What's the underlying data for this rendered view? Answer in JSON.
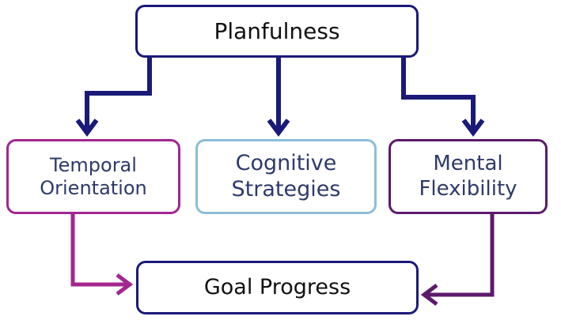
{
  "nodes": {
    "planfulness": {
      "label": "Planfulness"
    },
    "temporal": {
      "line1": "Temporal",
      "line2": "Orientation"
    },
    "cognitive": {
      "line1": "Cognitive",
      "line2": "Strategies"
    },
    "mental": {
      "line1": "Mental",
      "line2": "Flexibility"
    },
    "goal": {
      "label": "Goal Progress"
    }
  },
  "edges": [
    {
      "from": "planfulness",
      "to": "temporal"
    },
    {
      "from": "planfulness",
      "to": "cognitive"
    },
    {
      "from": "planfulness",
      "to": "mental"
    },
    {
      "from": "temporal",
      "to": "goal"
    },
    {
      "from": "mental",
      "to": "goal"
    }
  ],
  "colors": {
    "navy": "#1a1a78",
    "magenta": "#a3268f",
    "light_blue": "#8dbdd8",
    "purple": "#5d1a6b",
    "text": "#2d3a6a"
  }
}
